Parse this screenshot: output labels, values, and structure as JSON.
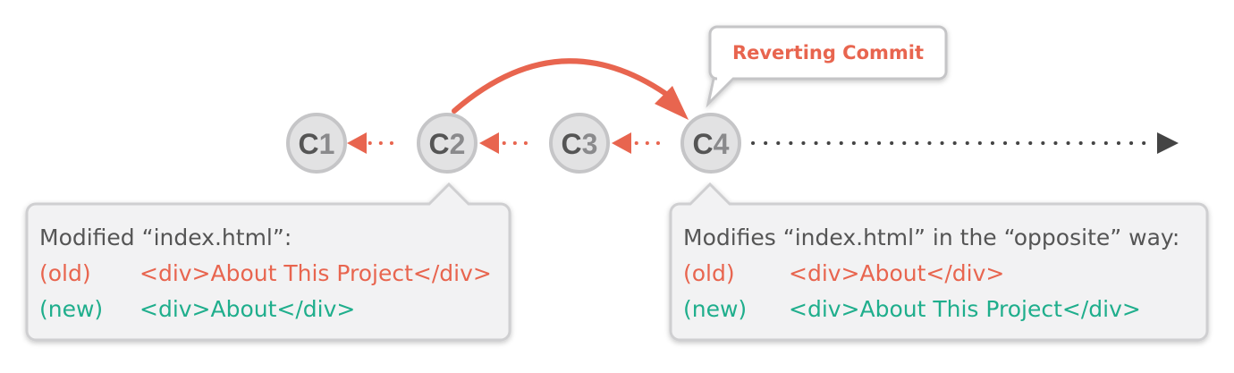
{
  "colors": {
    "accent": "#e8654f",
    "new_code": "#1fae8c",
    "node_fill": "#e2e2e3",
    "node_stroke": "#c5c5c7",
    "node_text": "#555555",
    "timeline": "#444444"
  },
  "commits": [
    {
      "label": "C",
      "num": "1"
    },
    {
      "label": "C",
      "num": "2"
    },
    {
      "label": "C",
      "num": "3"
    },
    {
      "label": "C",
      "num": "4"
    }
  ],
  "reverting_label": "Reverting Commit",
  "callout_left": {
    "title": "Modified “index.html”:",
    "old_tag": "(old)",
    "old_code": "<div>About This Project</div>",
    "new_tag": "(new)",
    "new_code": "<div>About</div>"
  },
  "callout_right": {
    "title": "Modifies “index.html” in the “opposite” way:",
    "old_tag": "(old)",
    "old_code": "<div>About</div>",
    "new_tag": "(new)",
    "new_code": "<div>About This Project</div>"
  }
}
